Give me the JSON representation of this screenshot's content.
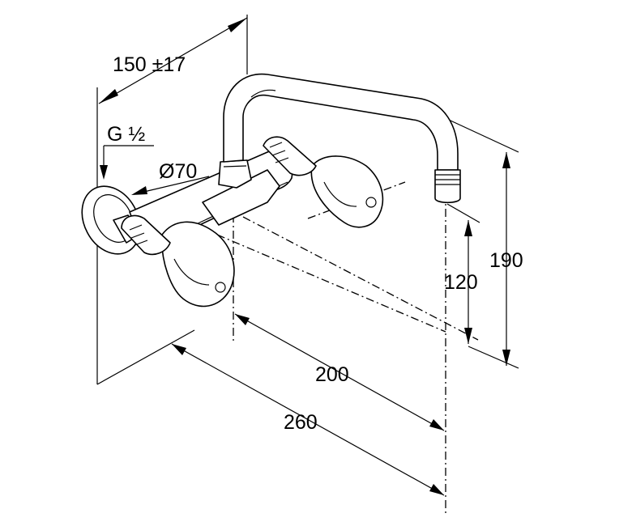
{
  "dimensions": {
    "wall_offset": "150 ±17",
    "thread": "G ½",
    "rosette_diameter": "Ø70",
    "spout_height_outlet": "120",
    "spout_height_total": "190",
    "inlet_to_outlet": "200",
    "wall_to_outlet": "260"
  }
}
